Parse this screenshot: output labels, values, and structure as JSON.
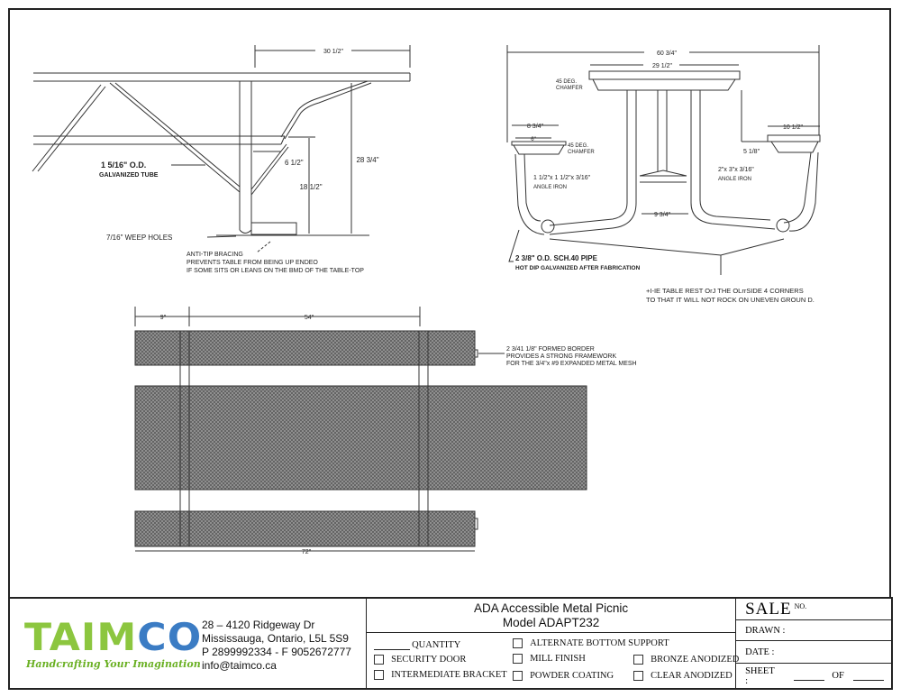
{
  "side_view": {
    "dim_top_length": "30 1/2\"",
    "dim_table_height": "28 3/4\"",
    "dim_seat_height": "18 1/2\"",
    "dim_seat_offset": "6 1/2\"",
    "tube_label_1": "1 5/16\" O.D.",
    "tube_label_2": "GALVANIZED TUBE",
    "weep_holes": "7/16\" WEEP HOLES",
    "anti_tip_1": "ANTI-TIP BRACING",
    "anti_tip_2": "PREVENTS TABLE FROM BEING UP ENDEO",
    "anti_tip_3": "IF SOME SITS OR LEANS ON THE BMD OF THE TABLE-TOP"
  },
  "end_view": {
    "dim_overall": "60 3/4\"",
    "dim_top": "29 1/2\"",
    "chamfer_top_1": "45 DEG.",
    "chamfer_top_2": "CHAMFER",
    "dim_left_seat_outer": "8 3/4\"",
    "dim_left_seat_inner": "6\"",
    "chamfer_seat_1": "45 DEG.",
    "chamfer_seat_2": "CHAMFER",
    "dim_right_seat": "10 1/2\"",
    "dim_right_offset": "5 1/8\"",
    "angle_small_1": "1 1/2\"x 1 1/2\"x 3/16\"",
    "angle_small_2": "ANGLE IRON",
    "angle_large_1": "2\"x 3\"x 3/16\"",
    "angle_large_2": "ANGLE IRON",
    "dim_base": "9 3/4\"",
    "pipe_1": "2 3/8\" O.D. SCH.40 PIPE",
    "pipe_2": "HOT DIP GALVANIZED AFTER FABRICATION",
    "note_1": "+I-IE TABLE REST OrJ THE OLrrSIDE 4  CORNERS",
    "note_2": "TO THAT IT WILL NOT ROCK ON UNEVEN GROUN D."
  },
  "plan_view": {
    "dim_end": "9\"",
    "dim_span": "54\"",
    "dim_length": "72\"",
    "border_1": "2 3/41  1/8\" FORMED BORDER",
    "border_2": "PROVIDES A STRONG FRAMEWORK",
    "border_3": "FOR THE 3/4\"x #9 EXPANDED METAL MESH"
  },
  "title_block": {
    "logo": {
      "part1": "TAIM",
      "part2": "CO",
      "tagline": "Handcrafting Your Imagination",
      "green": "#8cc63f",
      "blue": "#3b7cc4"
    },
    "address": [
      "28 – 4120 Ridgeway Dr",
      "Mississauga, Ontario, L5L 5S9",
      "P 2899992334 - F 9052672777",
      "info@taimco.ca"
    ],
    "title_line1": "ADA Accessible Metal Picnic",
    "title_line2": "Model ADAPT232",
    "quantity_label": "QUANTITY",
    "options": {
      "alternate_bottom_support": "ALTERNATE BOTTOM SUPPORT",
      "security_door": "SECURITY DOOR",
      "mill_finish": "MILL FINISH",
      "bronze_anodized": "BRONZE ANODIZED",
      "intermediate_bracket": "INTERMEDIATE BRACKET",
      "powder_coating": "POWDER COATING",
      "clear_anodized": "CLEAR ANODIZED"
    },
    "sale": "SALE",
    "sale_no": "NO.",
    "drawn": "DRAWN :",
    "date": "DATE :",
    "sheet": "SHEET :",
    "of": "OF"
  }
}
